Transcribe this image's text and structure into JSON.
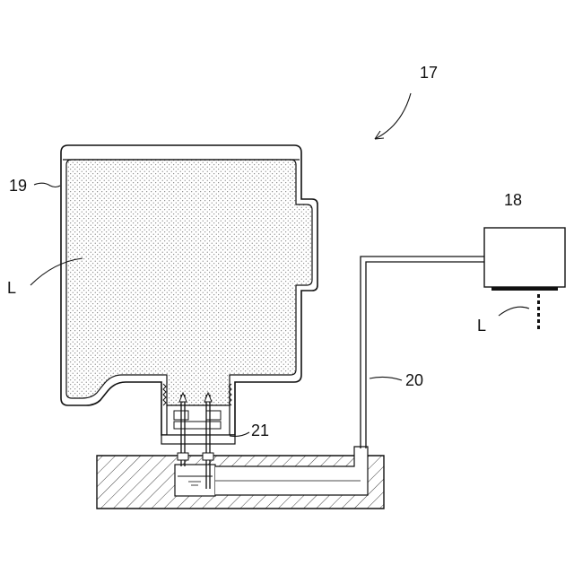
{
  "labels": {
    "assembly": "17",
    "head": "18",
    "tank": "19",
    "tube": "20",
    "connector": "21",
    "liquid_in_tank": "L",
    "liquid_ejected": "L"
  },
  "colors": {
    "line": "#111111",
    "background": "#ffffff",
    "dots": "#555555"
  }
}
